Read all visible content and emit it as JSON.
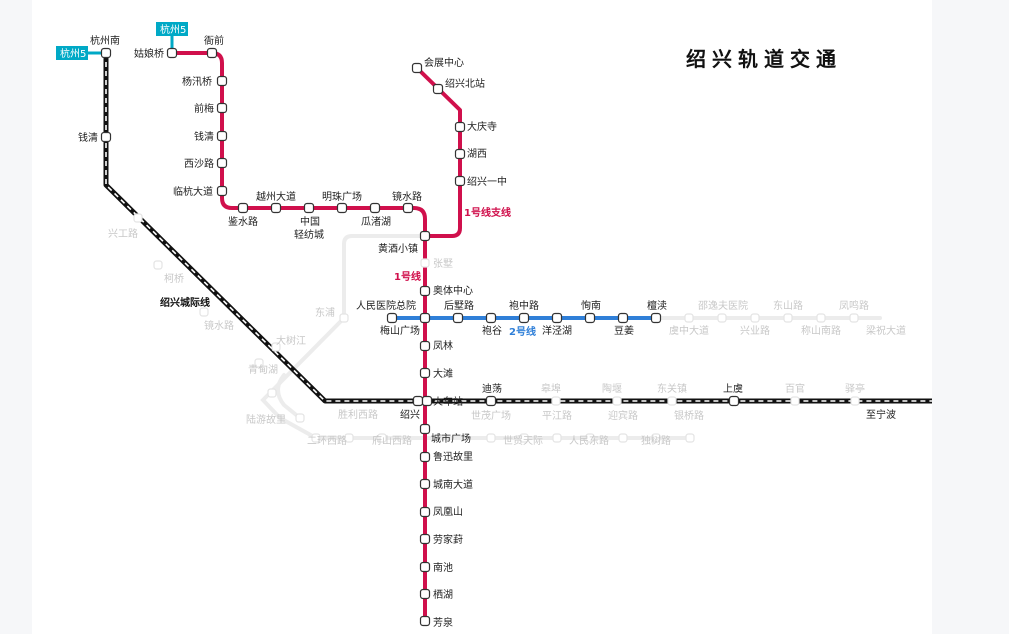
{
  "title": "绍兴轨道交通",
  "colors": {
    "line1": "#d0104c",
    "line2": "#2f7fd8",
    "intercity": "#111111",
    "planned": "#ececec",
    "hangzhou5": "#00a9c6",
    "background": "#ffffff",
    "margin": "#f6f7f9"
  },
  "badges": [
    {
      "label": "杭州5"
    },
    {
      "label": "杭州5"
    }
  ],
  "line_labels": {
    "line1": "1号线",
    "line1_branch": "1号线支线",
    "line2": "2号线",
    "intercity": "绍兴城际线",
    "to_ningbo": "至宁波"
  },
  "lines": {
    "line1_west": {
      "name": "1号线",
      "stations": [
        "姑娘桥",
        "衙前",
        "杨汛桥",
        "前梅",
        "钱清",
        "西沙路",
        "临杭大道",
        "鉴水路",
        "越州大道",
        "中国轻纺城",
        "明珠广场",
        "瓜渚湖",
        "镜水路",
        "黄酒小镇"
      ]
    },
    "line1_branch": {
      "name": "1号线支线",
      "stations": [
        "会展中心",
        "绍兴北站",
        "大庆寺",
        "湖西",
        "绍兴一中",
        "黄酒小镇"
      ]
    },
    "line1_south": {
      "name": "1号线",
      "stations": [
        "黄酒小镇",
        "张墅",
        "奥体中心",
        "梅山广场",
        "凤林",
        "大滩",
        "绍兴火车站",
        "城市广场",
        "鲁迅故里",
        "城南大道",
        "凤凰山",
        "劳家葑",
        "南池",
        "栖湖",
        "芳泉"
      ]
    },
    "line2": {
      "name": "2号线",
      "stations": [
        "人民医院总院",
        "梅山广场",
        "后墅路",
        "袍谷",
        "袍中路",
        "洋泾湖",
        "恂南",
        "豆姜",
        "檀渎"
      ]
    },
    "line2_planned": {
      "stations": [
        "虞中大道",
        "邵逸夫医院",
        "兴业路",
        "东山路",
        "称山南路",
        "凤鸣路",
        "梁祝大道"
      ]
    },
    "intercity": {
      "name": "绍兴城际线",
      "stations": [
        "杭州南",
        "钱清",
        "兴工路",
        "柯桥",
        "镜水路",
        "青甸湖",
        "绍兴",
        "迪荡",
        "皋埠",
        "陶堰",
        "东关镇",
        "上虞",
        "百官",
        "驿亭"
      ]
    },
    "planned_west": {
      "stations": [
        "东浦",
        "大树江",
        "青甸湖",
        "陆游故里",
        "二环西路",
        "胜利西路",
        "府山西路"
      ]
    },
    "planned_east": {
      "stations": [
        "世茂广场",
        "世贸天际",
        "平江路",
        "人民东路",
        "迎宾路",
        "独树路",
        "银桥路"
      ]
    }
  },
  "station_labels": {
    "hangzhounan": "杭州南",
    "qianqing_ic": "钱清",
    "xinggonglu": "兴工路",
    "keqiao": "柯桥",
    "jingshuilu_ic": "镜水路",
    "qingdianhu": "青甸湖",
    "dashujiang": "大树江",
    "dongpu": "东浦",
    "luyouguli": "陆游故里",
    "erhuanxilu": "二环西路",
    "shenglixilu": "胜利西路",
    "fushanxilu": "府山西路",
    "shaoxing": "绍兴",
    "huochezhan": "火车站",
    "didang": "迪荡",
    "gaobu": "皋埠",
    "taoyan": "陶堰",
    "dongguanzhen": "东关镇",
    "shangyu": "上虞",
    "baiguan": "百官",
    "yiting": "驿亭",
    "guniangqiao": "姑娘桥",
    "yaqian": "衙前",
    "yangxunqiao": "杨汛桥",
    "qianmei": "前梅",
    "qianqing": "钱清",
    "xishalu": "西沙路",
    "linhangdadao": "临杭大道",
    "jianshuilu": "鉴水路",
    "yuezhoudadao": "越州大道",
    "zhongguo": "中国",
    "qingfangcheng": "轻纺城",
    "mingzhuguangchang": "明珠广场",
    "guazhuhu": "瓜渚湖",
    "jingshuilu": "镜水路",
    "huangjiuxiaozhen": "黄酒小镇",
    "zhangshu": "张墅",
    "huizhanzhongxin": "会展中心",
    "shaoxingbeizhan": "绍兴北站",
    "daqingsi": "大庆寺",
    "huxi": "湖西",
    "shaoxingyizhong": "绍兴一中",
    "aotizhongxin": "奥体中心",
    "renminyiyuan": "人民医院总院",
    "meishanguangchang": "梅山广场",
    "houshulu": "后墅路",
    "paogu": "袍谷",
    "paozhonglu": "袍中路",
    "yangjinghu": "洋泾湖",
    "xunnan": "恂南",
    "doujiang": "豆姜",
    "tandu": "檀渎",
    "yuzhongdadao": "虞中大道",
    "shaoyifu": "邵逸夫医院",
    "xingyelu": "兴业路",
    "dongshanlu": "东山路",
    "chengshannanlu": "称山南路",
    "fengminglu": "凤鸣路",
    "liangzhudadao": "梁祝大道",
    "fenglin": "凤林",
    "datan": "大滩",
    "chengshiguangchang": "城市广场",
    "luxunguli": "鲁迅故里",
    "chengnandadao": "城南大道",
    "fenghuangshan": "凤凰山",
    "laojiafeng": "劳家葑",
    "nanchi": "南池",
    "qihu": "栖湖",
    "fangquan": "芳泉",
    "shimaoguangchang": "世茂广场",
    "shimaotianji": "世贸天际",
    "pingjianglu": "平江路",
    "renmindonglu": "人民东路",
    "yingbinlu": "迎宾路",
    "dushulu": "独树路",
    "yinqiaolu": "银桥路"
  }
}
